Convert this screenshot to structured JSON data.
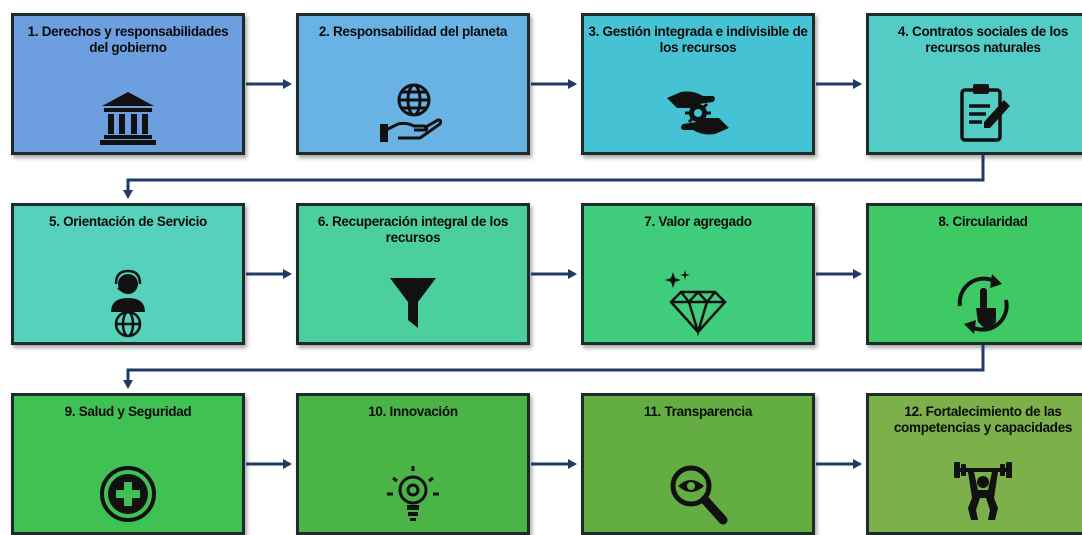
{
  "steps": [
    {
      "label": "1. Derechos y responsabilidades del gobierno",
      "icon": "government-building-icon",
      "color": "#6d9fe0"
    },
    {
      "label": "2. Responsabilidad del planeta",
      "icon": "globe-in-hand-icon",
      "color": "#68b3e4"
    },
    {
      "label": "3. Gestión integrada e indivisible de los recursos",
      "icon": "hands-gear-icon",
      "color": "#45c3d4"
    },
    {
      "label": "4. Contratos sociales de los recursos naturales",
      "icon": "clipboard-contract-icon",
      "color": "#54ccc6"
    },
    {
      "label": "5. Orientación de Servicio",
      "icon": "customer-service-globe-icon",
      "color": "#56d1bc"
    },
    {
      "label": "6. Recuperación integral de los recursos",
      "icon": "funnel-icon",
      "color": "#4ccf9f"
    },
    {
      "label": "7. Valor agregado",
      "icon": "diamond-icon",
      "color": "#3fcd7d"
    },
    {
      "label": "8. Circularidad",
      "icon": "circular-touch-icon",
      "color": "#3ec965"
    },
    {
      "label": "9. Salud y Seguridad",
      "icon": "medical-cross-icon",
      "color": "#3fc153"
    },
    {
      "label": "10. Innovación",
      "icon": "lightbulb-gear-icon",
      "color": "#4bb446"
    },
    {
      "label": "11. Transparencia",
      "icon": "magnifier-eye-icon",
      "color": "#64ad42"
    },
    {
      "label": "12. Fortalecimiento de las competencias y capacidades",
      "icon": "weightlifter-icon",
      "color": "#7cb04a"
    }
  ],
  "colors": {
    "connector": "#1f3a66",
    "border": "#1d2b2a",
    "icon": "#111111"
  }
}
